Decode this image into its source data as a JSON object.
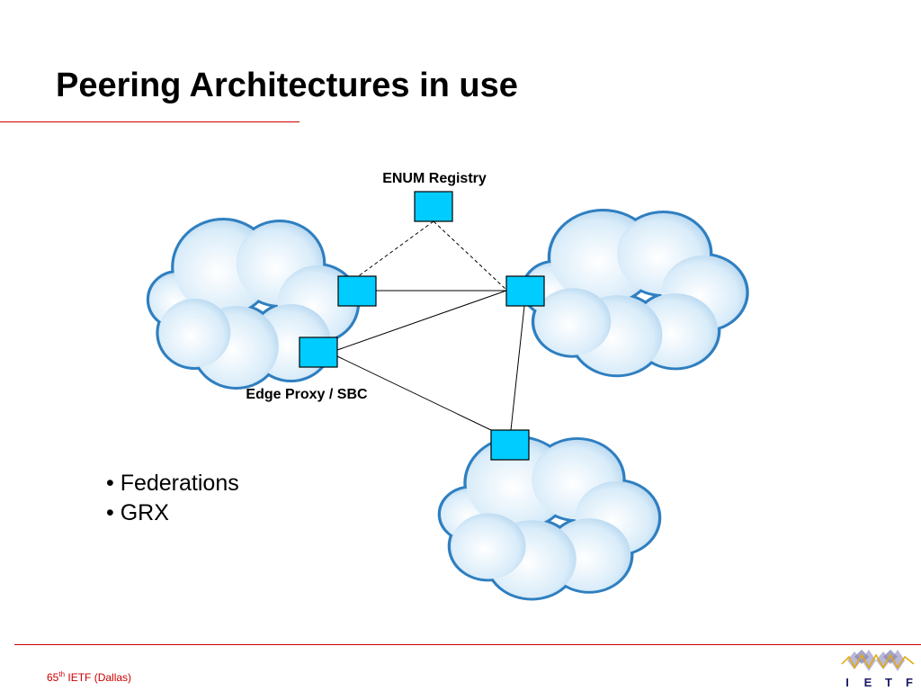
{
  "slide": {
    "title": "Peering Architectures in use"
  },
  "diagram": {
    "labels": {
      "registry": "ENUM Registry",
      "edge_proxy": "Edge Proxy / SBC"
    },
    "nodes": [
      {
        "name": "enum-registry-node"
      },
      {
        "name": "left-cloud-upper-proxy"
      },
      {
        "name": "left-cloud-lower-proxy"
      },
      {
        "name": "right-cloud-proxy"
      },
      {
        "name": "bottom-cloud-proxy"
      }
    ],
    "colors": {
      "node_fill": "#00ccff",
      "cloud_fill": "#cfe6f7",
      "cloud_stroke": "#2f7fc0",
      "accent_red": "#cc0000"
    }
  },
  "bullets": [
    "Federations",
    "GRX"
  ],
  "footer": {
    "number": "65",
    "suffix": "th",
    "text": " IETF (Dallas)"
  },
  "logo": {
    "letters": [
      "I",
      "E",
      "T",
      "F"
    ]
  }
}
